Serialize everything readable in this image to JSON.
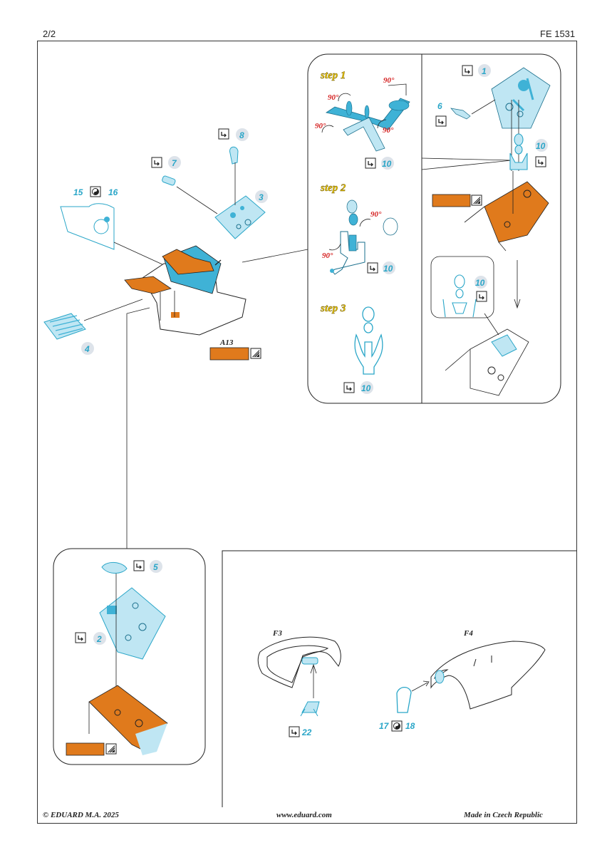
{
  "header": {
    "page": "2/2",
    "code": "FE 1531"
  },
  "footer": {
    "copyright": "© EDUARD  M.A. 2025",
    "website": "www.eduard.com",
    "origin": "Made in Czech Republic"
  },
  "steps": {
    "s1": "step 1",
    "s2": "step 2",
    "s3": "step 3"
  },
  "angle": "90°",
  "parts": {
    "p1": "1",
    "p2": "2",
    "p3": "3",
    "p4": "4",
    "p5": "5",
    "p6": "6",
    "p7": "7",
    "p8": "8",
    "p10": "10",
    "p15": "15",
    "p16": "16",
    "p17": "17",
    "p18": "18",
    "p22": "22"
  },
  "labels": {
    "a13": "A13",
    "f3": "F3",
    "f4": "F4"
  },
  "colors": {
    "etch": "#3fb2d6",
    "etch_light": "#bfe6f3",
    "plastic": "#e07a1c",
    "text_num": "#2aa6c8",
    "step_text": "#e8c400",
    "angle_text": "#d41e1e"
  }
}
